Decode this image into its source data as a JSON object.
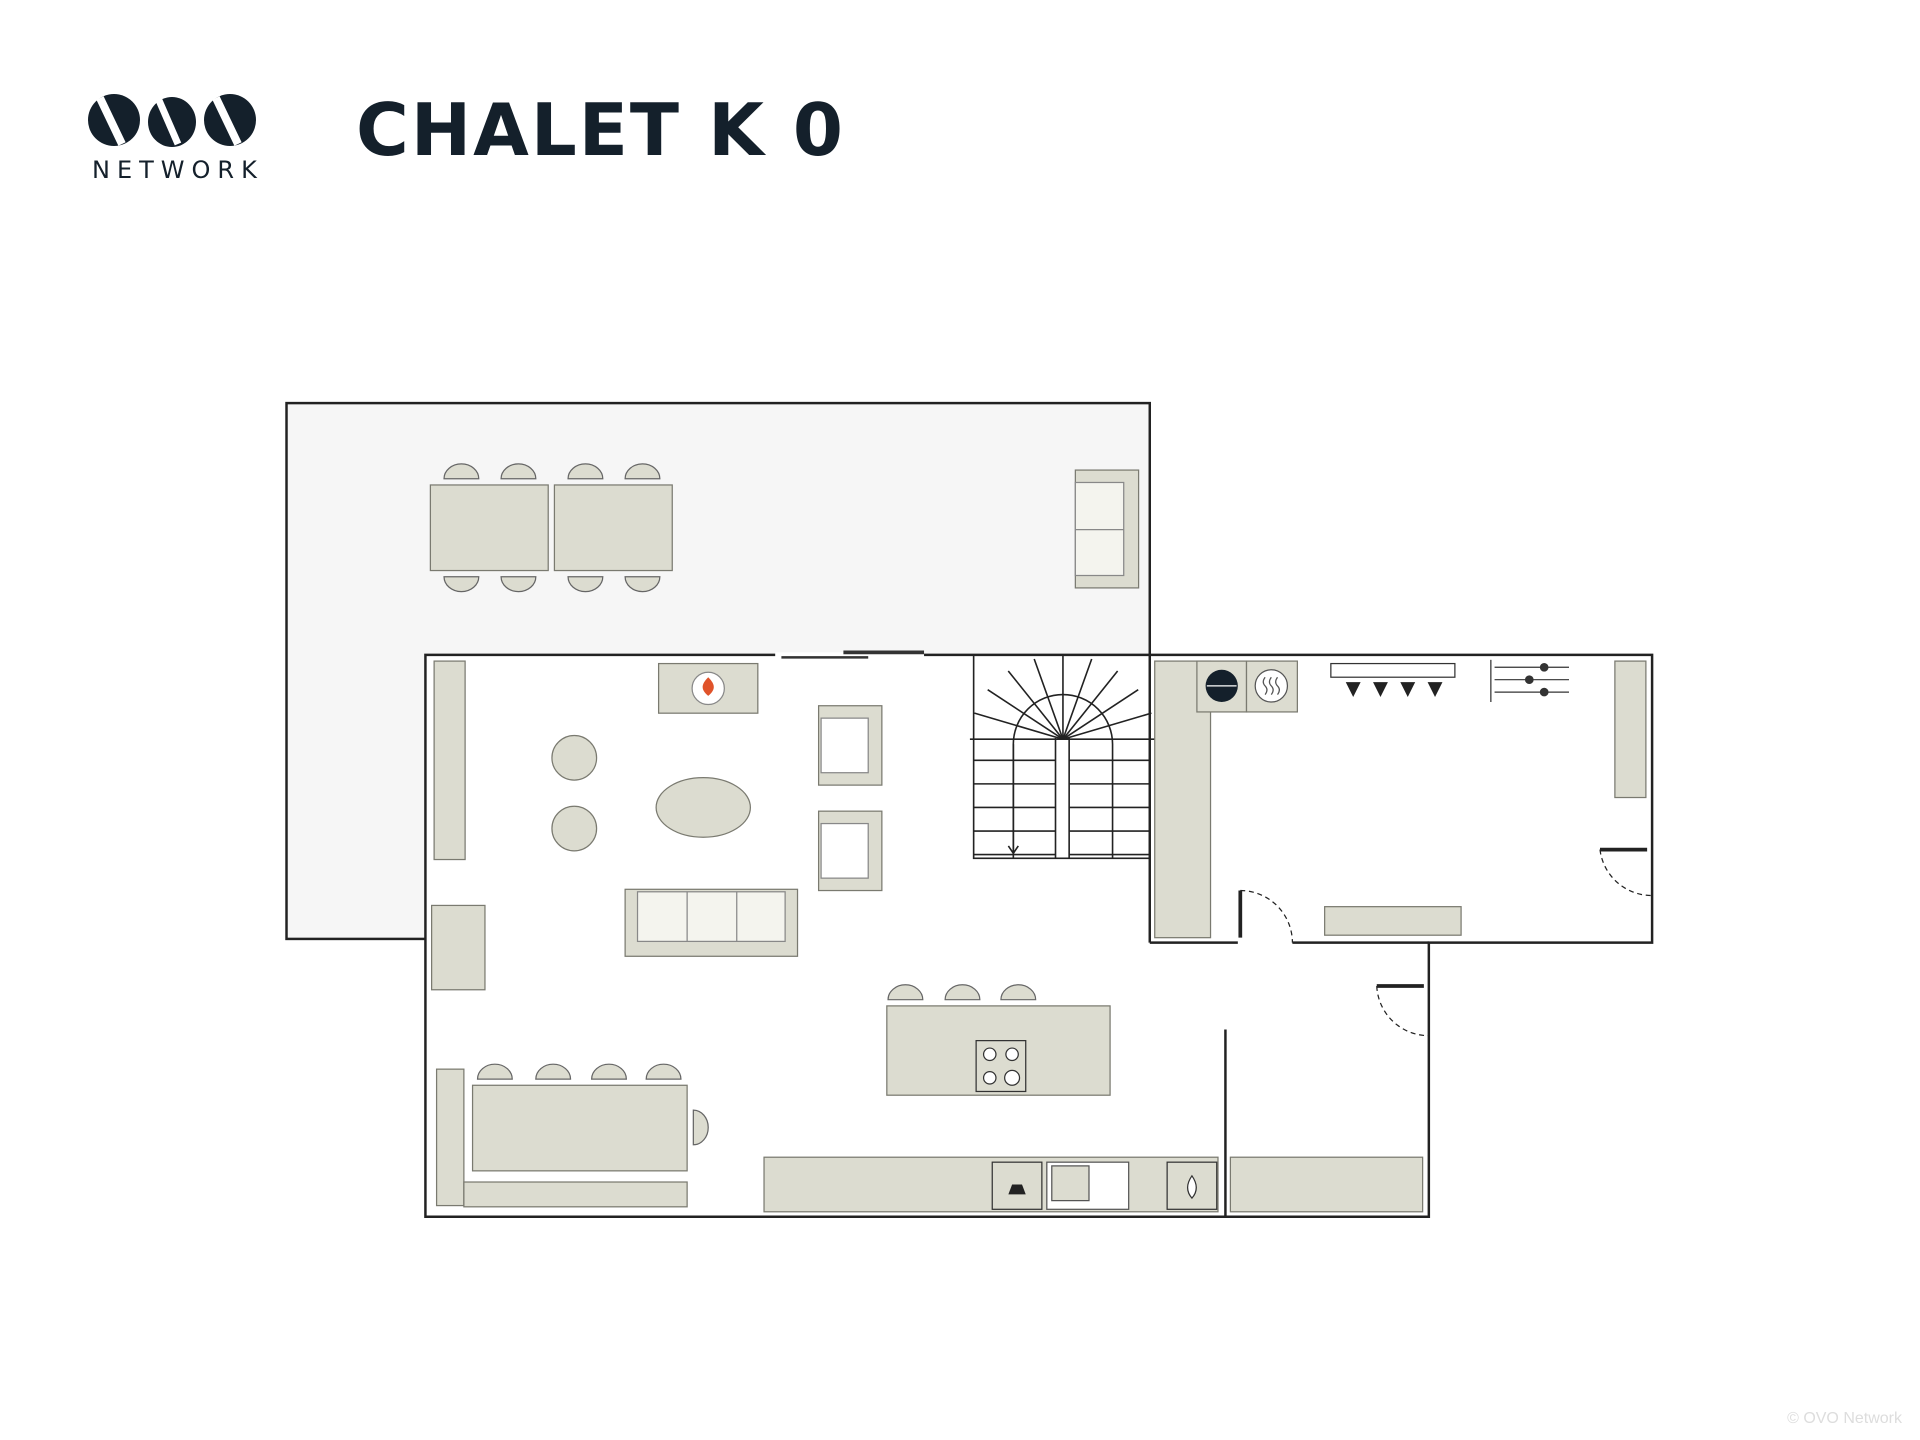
{
  "header": {
    "logo_word": "OVO",
    "logo_subtitle": "NETWORK",
    "title": "CHALET K 0"
  },
  "footer": {
    "watermark": "© OVO Network"
  },
  "colors": {
    "ink": "#14202b",
    "furniture": "#dcdcd0",
    "terrace": "#f6f6f6",
    "flame": "#e0532a"
  }
}
